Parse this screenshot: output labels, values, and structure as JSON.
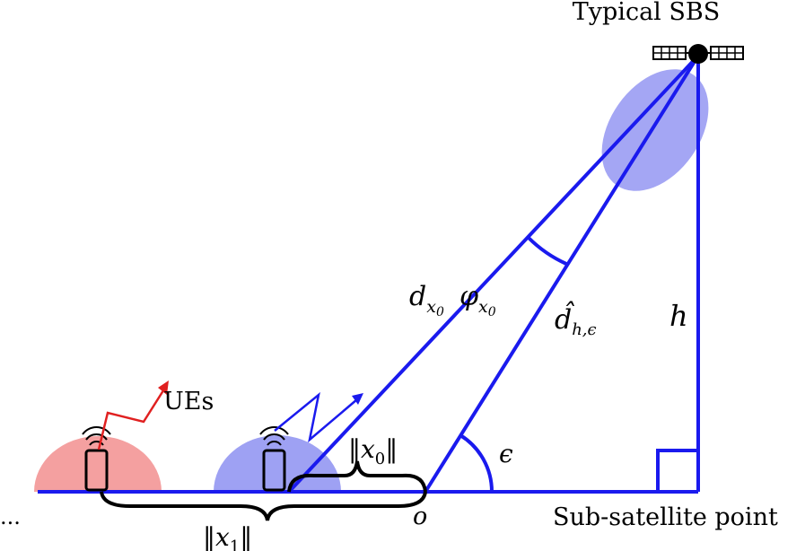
{
  "labels": {
    "satellite": "Typical SBS",
    "ues": "UEs",
    "sub_satellite_point": "Sub-satellite point",
    "origin": "o",
    "ellipsis": "...",
    "height": "h",
    "elevation": "ϵ",
    "distance_main": "d",
    "distance_main_sub": "x",
    "distance_main_subsub": "0",
    "angle_main": "φ",
    "angle_main_sub": "x",
    "angle_main_subsub": "0",
    "distance_hat": "d̂",
    "distance_hat_sub": "h,ϵ",
    "norm_x0_base": "‖x",
    "norm_x0_sub": "0",
    "norm_x0_close": "‖",
    "norm_x1_base": "‖x",
    "norm_x1_sub": "1",
    "norm_x1_close": "‖"
  },
  "colors": {
    "blue_line": "#1a1aee",
    "blue_fill": "#8f92f0",
    "red_fill": "#f4a0a0",
    "red_signal": "#e02020",
    "black": "#000000"
  }
}
